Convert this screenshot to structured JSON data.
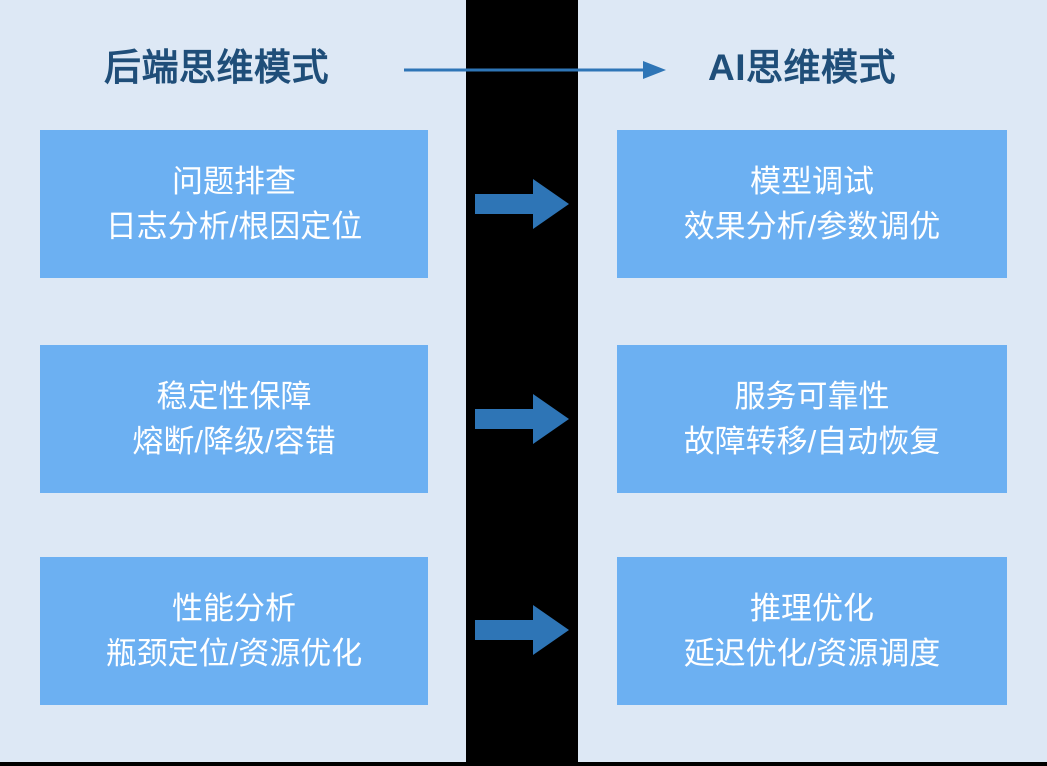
{
  "diagram": {
    "title_left": "后端思维模式",
    "title_right": "AI思维模式",
    "colors": {
      "background": "#dde8f5",
      "band": "#000000",
      "box_fill": "#6cb0f2",
      "box_text": "#ffffff",
      "title_text": "#1f4e79",
      "arrow": "#2e75b6"
    },
    "transition_arrow": "right-arrow-icon",
    "rows": [
      {
        "left": {
          "heading": "问题排查",
          "detail": "日志分析/根因定位"
        },
        "arrow": "right-arrow-icon",
        "right": {
          "heading": "模型调试",
          "detail": "效果分析/参数调优"
        }
      },
      {
        "left": {
          "heading": "稳定性保障",
          "detail": "熔断/降级/容错"
        },
        "arrow": "right-arrow-icon",
        "right": {
          "heading": "服务可靠性",
          "detail": "故障转移/自动恢复"
        }
      },
      {
        "left": {
          "heading": "性能分析",
          "detail": "瓶颈定位/资源优化"
        },
        "arrow": "right-arrow-icon",
        "right": {
          "heading": "推理优化",
          "detail": "延迟优化/资源调度"
        }
      }
    ]
  }
}
